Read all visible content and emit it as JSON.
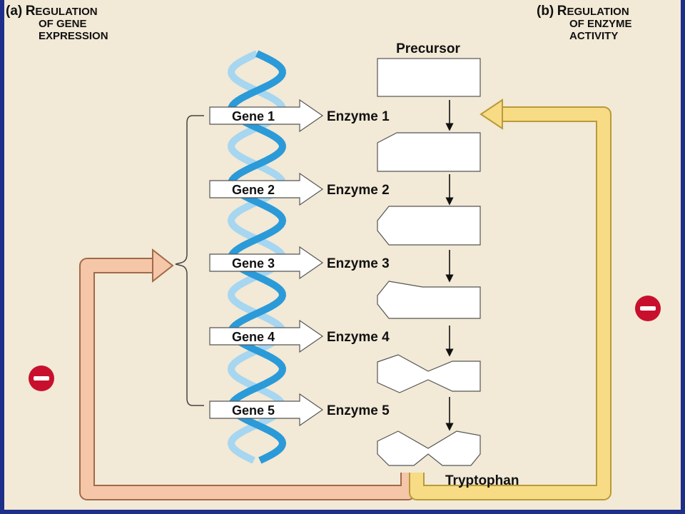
{
  "panel_a": {
    "tag": "(a)",
    "title_first": "R",
    "title_line1": "EGULATION",
    "title_line2": "OF GENE",
    "title_line3": "EXPRESSION"
  },
  "panel_b": {
    "tag": "(b)",
    "title_first": "R",
    "title_line1": "EGULATION",
    "title_line2": "OF ENZYME",
    "title_line3": "ACTIVITY"
  },
  "precursor": "Precursor",
  "product": "Tryptophan",
  "genes": [
    "Gene 1",
    "Gene 2",
    "Gene 3",
    "Gene 4",
    "Gene 5"
  ],
  "enzymes": [
    "Enzyme 1",
    "Enzyme 2",
    "Enzyme 3",
    "Enzyme 4",
    "Enzyme 5"
  ],
  "colors": {
    "background": "#f2e9d6",
    "frame": "#1d2f8a",
    "dna_dark": "#2b9ad8",
    "dna_light": "#a6d6f0",
    "feedback_gene": "#f5c6a8",
    "feedback_enzyme": "#f7dc85",
    "inhibition": "#c8102e"
  },
  "icons": {
    "inhibition": "minus-circle-icon"
  }
}
